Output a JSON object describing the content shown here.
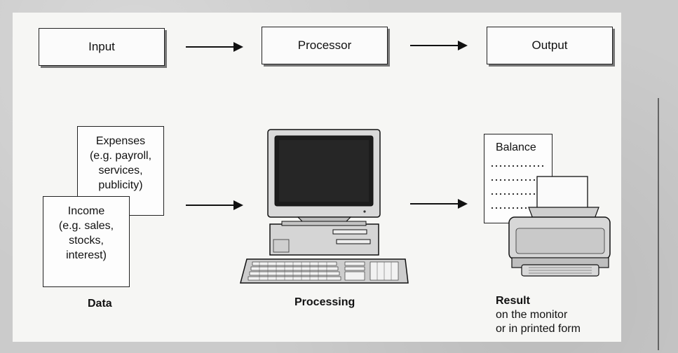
{
  "flow": {
    "input_label": "Input",
    "processor_label": "Processor",
    "output_label": "Output"
  },
  "data_sheets": {
    "expenses": [
      "Expenses",
      "(e.g. payroll,",
      "services,",
      "publicity)"
    ],
    "income": [
      "Income",
      "(e.g. sales,",
      "stocks,",
      "interest)"
    ]
  },
  "result_sheet": {
    "title": "Balance"
  },
  "captions": {
    "data": "Data",
    "processing": "Processing",
    "result_title": "Result",
    "result_line1": "on the monitor",
    "result_line2": "or in printed form"
  },
  "icons": [
    "computer-icon",
    "printer-icon"
  ]
}
